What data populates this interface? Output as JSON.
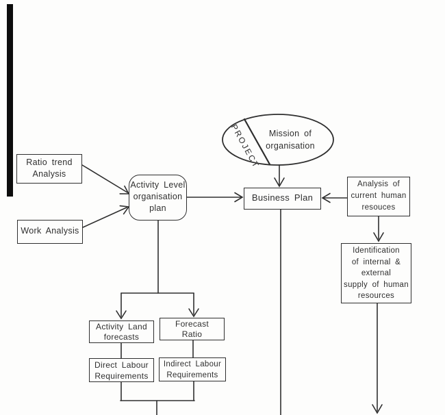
{
  "figure": {
    "kind": "scanned-flowchart",
    "ink_color": "#2e2e2e",
    "background_color": "#fdfdfc",
    "scan_bar_color": "#0d0d0d"
  },
  "nodes": {
    "mission": {
      "shape": "ellipse",
      "ribbon": "PROJECT",
      "lines": [
        "Mission of",
        "organisation"
      ]
    },
    "ratio_trend": {
      "shape": "rect",
      "lines": [
        "Ratio trend",
        "Analysis"
      ]
    },
    "work_analysis": {
      "shape": "rect",
      "lines": [
        "Work Analysis"
      ]
    },
    "activity_level": {
      "shape": "rounded-rect",
      "lines": [
        "Activity Level",
        "organisation",
        "plan"
      ]
    },
    "business_plan": {
      "shape": "rect",
      "lines": [
        "Business Plan"
      ]
    },
    "analysis_current_hr": {
      "shape": "rect",
      "lines": [
        "Analysis of",
        "current human",
        "resouces"
      ]
    },
    "identification_supply": {
      "shape": "rect",
      "lines": [
        "Identification",
        "of internal &",
        "external",
        "supply of human",
        "resources"
      ]
    },
    "activity_land": {
      "shape": "rect",
      "lines": [
        "Activity Land",
        "forecasts"
      ]
    },
    "forecast_ratio": {
      "shape": "rect",
      "lines": [
        "Forecast",
        "Ratio"
      ]
    },
    "direct_labour": {
      "shape": "rect",
      "lines": [
        "Direct Labour",
        "Requirements"
      ]
    },
    "indirect_labour": {
      "shape": "rect",
      "lines": [
        "Indirect Labour",
        "Requirements"
      ]
    }
  },
  "edges": [
    {
      "from": "mission",
      "to": "business_plan",
      "arrow": true
    },
    {
      "from": "ratio_trend",
      "to": "activity_level",
      "arrow": true
    },
    {
      "from": "work_analysis",
      "to": "activity_level",
      "arrow": true
    },
    {
      "from": "activity_level",
      "to": "business_plan",
      "arrow": true
    },
    {
      "from": "analysis_current_hr",
      "to": "business_plan",
      "arrow": true
    },
    {
      "from": "analysis_current_hr",
      "to": "identification_supply",
      "arrow": true
    },
    {
      "from": "identification_supply",
      "to": "bottom-edge",
      "arrow": true
    },
    {
      "from": "business_plan",
      "to": "bottom-edge",
      "arrow": false
    },
    {
      "from": "activity_level",
      "to": "activity_land",
      "arrow": true
    },
    {
      "from": "activity_level",
      "to": "forecast_ratio",
      "arrow": true
    },
    {
      "from": "activity_land",
      "to": "direct_labour",
      "arrow": false
    },
    {
      "from": "forecast_ratio",
      "to": "indirect_labour",
      "arrow": false
    },
    {
      "from": "direct_labour+indirect_labour",
      "to": "bottom-edge",
      "arrow": false
    }
  ]
}
